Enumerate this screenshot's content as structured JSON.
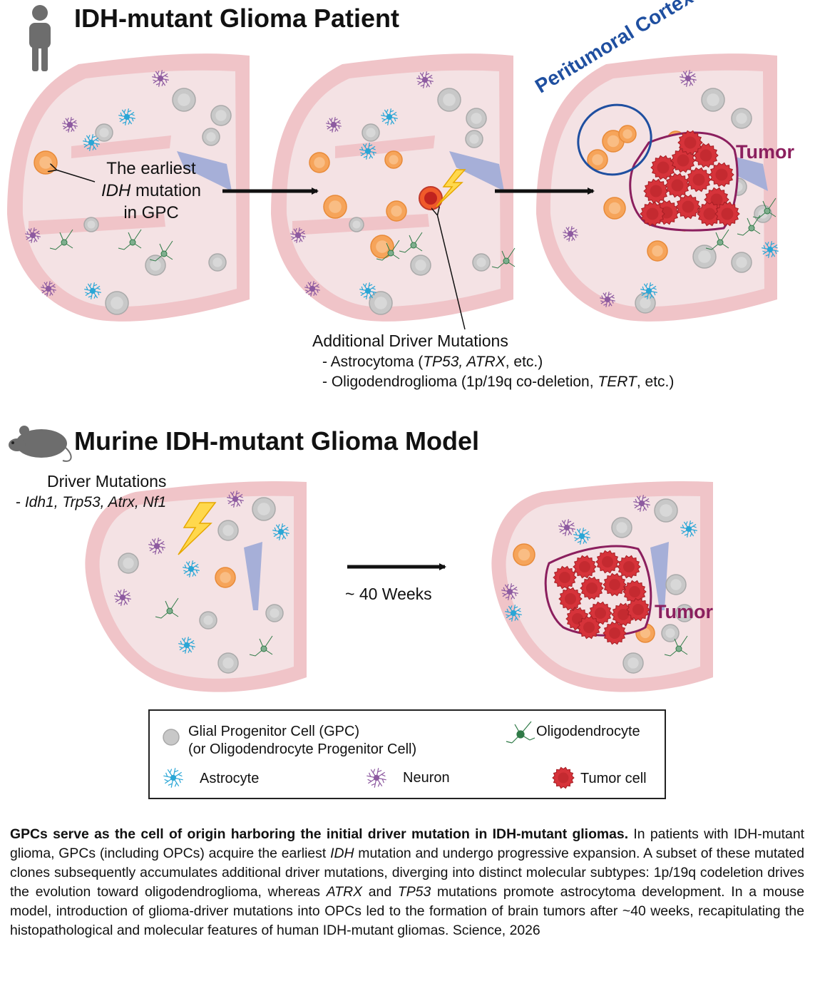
{
  "patient_section": {
    "title": "IDH-mutant Glioma Patient",
    "earliest_line1": "The earliest",
    "earliest_idh": "IDH",
    "earliest_line2_rest": " mutation",
    "earliest_line3": "in GPC",
    "peritumoral_label": "Peritumoral Cortex",
    "tumor_label": "Tumor",
    "additional_title": "Additional Driver Mutations",
    "astro_prefix": "- Astrocytoma (",
    "astro_italic": "TP53, ATRX",
    "astro_suffix": ", etc.)",
    "oligo_prefix": "- Oligodendroglioma (1p/19q co-deletion, ",
    "oligo_italic": "TERT",
    "oligo_suffix": ", etc.)"
  },
  "murine_section": {
    "title": "Murine IDH-mutant Glioma Model",
    "driver_title": "Driver Mutations",
    "driver_prefix": "- ",
    "driver_list": "Idh1, Trp53, Atrx, Nf1",
    "time_label": "~ 40 Weeks",
    "tumor_label": "Tumor"
  },
  "legend": {
    "gpc_line1": "Glial Progenitor Cell (GPC)",
    "gpc_line2": "(or Oligodendrocyte Progenitor Cell)",
    "oligodendrocyte": "Oligodendrocyte",
    "astrocyte": "Astrocyte",
    "neuron": "Neuron",
    "tumor_cell": "Tumor cell"
  },
  "caption": {
    "bold": "GPCs serve as the cell of origin harboring the initial driver mutation in IDH-mutant gliomas.",
    "p1": " In patients with IDH-mutant glioma, GPCs (including OPCs) acquire the earliest ",
    "idh": "IDH",
    "p2": " mutation and undergo progressive expansion. A subset of these mutated clones subsequently accumulates additional driver mutations, diverging into distinct molecular subtypes: 1p/19q codeletion drives the evolution toward oligodendroglioma, whereas ",
    "atrx": "ATRX",
    "p3": " and ",
    "tp53": "TP53",
    "p4": " mutations promote astrocytoma development. In a mouse model, introduction of glioma-driver mutations into OPCs led to the formation of brain tumors after ~40 weeks, recapitulating the histopathological and molecular features of human IDH-mutant gliomas. Science, 2026"
  },
  "colors": {
    "tissue_outer": "#f0c4c8",
    "tissue_inner": "#f4e2e4",
    "gpc_gray": "#c8c8c8",
    "gpc_orange": "#f6a45a",
    "astrocyte_blue": "#2aa6d6",
    "neuron_purple": "#8d5aa0",
    "oligo_green": "#2f7a47",
    "tumor_red": "#d6333a",
    "ventricle": "#9fa9d4",
    "outline_purple": "#8b1f5e",
    "peritumoral_blue": "#1f4fa0"
  }
}
